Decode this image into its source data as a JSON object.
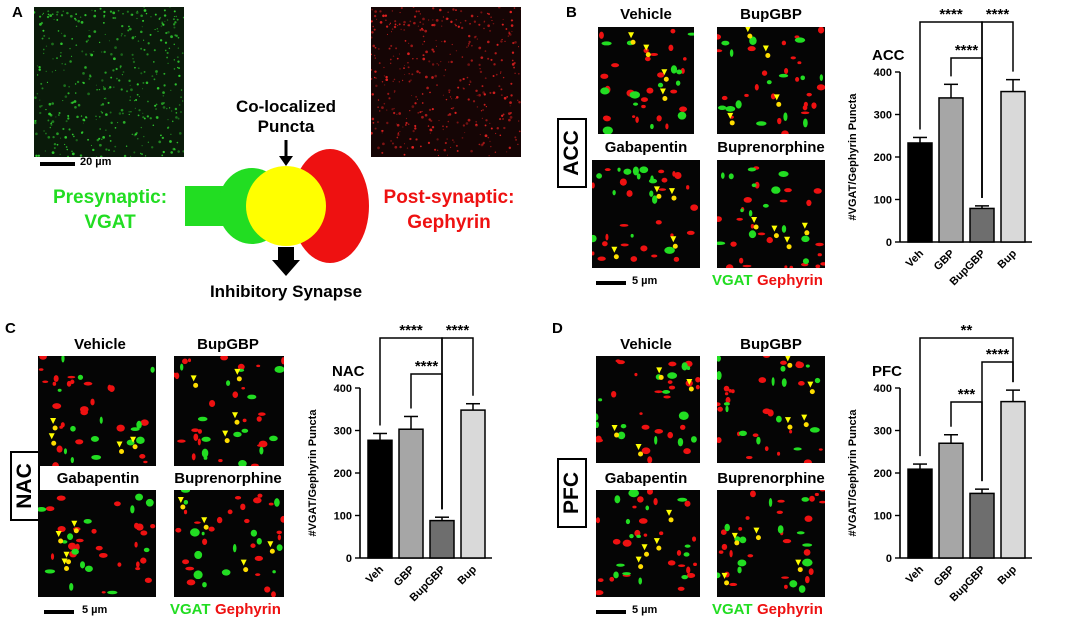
{
  "panels": {
    "A": {
      "letter": "A",
      "scale_bar_label": "20 µm",
      "colocalized_label_line1": "Co-localized",
      "colocalized_label_line2": "Puncta",
      "presynaptic_line1": "Presynaptic:",
      "presynaptic_line2": "VGAT",
      "postsynaptic_line1": "Post-synaptic:",
      "postsynaptic_line2": "Gephyrin",
      "inhibitory_label": "Inhibitory Synapse",
      "colors": {
        "green": "#22dd22",
        "red": "#ee1111",
        "yellow": "#ffff00"
      }
    },
    "B": {
      "letter": "B",
      "region": "ACC",
      "scale_bar_label": "5 µm"
    },
    "C": {
      "letter": "C",
      "region": "NAC",
      "scale_bar_label": "5 µm"
    },
    "D": {
      "letter": "D",
      "region": "PFC",
      "scale_bar_label": "5 µm"
    }
  },
  "micrograph_titles": [
    "Vehicle",
    "BupGBP",
    "Gabapentin",
    "Buprenorphine"
  ],
  "legend": {
    "vgat": "VGAT",
    "gephyrin": "Gephyrin"
  },
  "chart_data": [
    {
      "panel": "B",
      "type": "bar",
      "title": "ACC",
      "categories": [
        "Veh",
        "GBP",
        "BupGBP",
        "Bup"
      ],
      "values": [
        233,
        339,
        79,
        354
      ],
      "errors": [
        13,
        32,
        6,
        28
      ],
      "ylabel": "#VGAT/Gephyrin Puncta",
      "ylim": [
        0,
        400
      ],
      "yticks": [
        0,
        100,
        200,
        300,
        400
      ],
      "colors": [
        "#000000",
        "#a6a6a6",
        "#6e6e6e",
        "#d9d9d9"
      ],
      "significance": [
        {
          "from": 0,
          "to": 2,
          "label": "****"
        },
        {
          "from": 2,
          "to": 3,
          "label": "****"
        },
        {
          "from": 1,
          "to": 2,
          "label": "****"
        }
      ]
    },
    {
      "panel": "C",
      "type": "bar",
      "title": "NAC",
      "categories": [
        "Veh",
        "GBP",
        "BupGBP",
        "Bup"
      ],
      "values": [
        277,
        303,
        88,
        348
      ],
      "errors": [
        16,
        30,
        8,
        15
      ],
      "ylabel": "#VGAT/Gephyrin Puncta",
      "ylim": [
        0,
        400
      ],
      "yticks": [
        0,
        100,
        200,
        300,
        400
      ],
      "colors": [
        "#000000",
        "#a6a6a6",
        "#6e6e6e",
        "#d9d9d9"
      ],
      "significance": [
        {
          "from": 0,
          "to": 2,
          "label": "****"
        },
        {
          "from": 2,
          "to": 3,
          "label": "****"
        },
        {
          "from": 1,
          "to": 2,
          "label": "****"
        }
      ]
    },
    {
      "panel": "D",
      "type": "bar",
      "title": "PFC",
      "categories": [
        "Veh",
        "GBP",
        "BupGBP",
        "Bup"
      ],
      "values": [
        209,
        270,
        152,
        368
      ],
      "errors": [
        12,
        20,
        10,
        27
      ],
      "ylabel": "#VGAT/Gephyrin Puncta",
      "ylim": [
        0,
        400
      ],
      "yticks": [
        0,
        100,
        200,
        300,
        400
      ],
      "colors": [
        "#000000",
        "#a6a6a6",
        "#6e6e6e",
        "#d9d9d9"
      ],
      "significance": [
        {
          "from": 0,
          "to": 3,
          "label": "**"
        },
        {
          "from": 2,
          "to": 3,
          "label": "****"
        },
        {
          "from": 1,
          "to": 2,
          "label": "***"
        }
      ]
    }
  ]
}
